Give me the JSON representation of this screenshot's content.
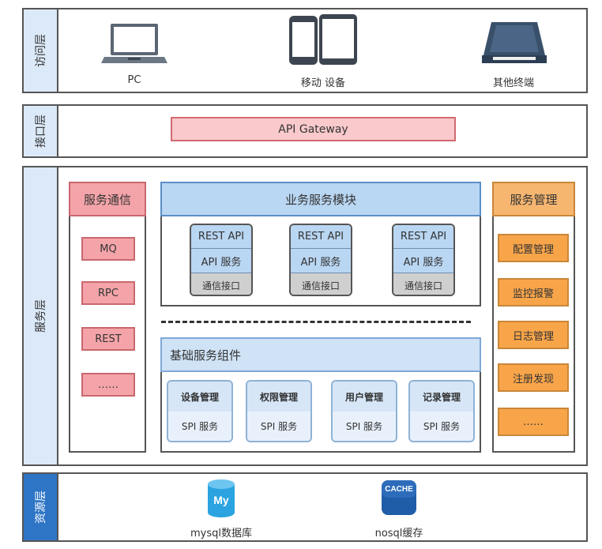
{
  "layers": {
    "access": {
      "label": "访问层",
      "items": [
        {
          "icon": "laptop-icon",
          "label": "PC"
        },
        {
          "icon": "mobile-tablet-icon",
          "label": "移动 设备"
        },
        {
          "icon": "terminal-icon",
          "label": "其他终端"
        }
      ]
    },
    "interface": {
      "label": "接口层",
      "gateway": "API Gateway"
    },
    "service": {
      "label": "服务层",
      "communication": {
        "title": "服务通信",
        "items": [
          "MQ",
          "RPC",
          "REST",
          "……"
        ]
      },
      "business": {
        "title": "业务服务模块",
        "modules": [
          {
            "rest": "REST API",
            "api": "API 服务",
            "comm": "通信接口"
          },
          {
            "rest": "REST API",
            "api": "API 服务",
            "comm": "通信接口"
          },
          {
            "rest": "REST API",
            "api": "API 服务",
            "comm": "通信接口"
          }
        ]
      },
      "base": {
        "title": "基础服务组件",
        "components": [
          {
            "name": "设备管理",
            "spi": "SPI 服务"
          },
          {
            "name": "权限管理",
            "spi": "SPI 服务"
          },
          {
            "name": "用户管理",
            "spi": "SPI 服务"
          },
          {
            "name": "记录管理",
            "spi": "SPI 服务"
          }
        ]
      },
      "management": {
        "title": "服务管理",
        "items": [
          "配置管理",
          "监控报警",
          "日志管理",
          "注册发现",
          "……"
        ]
      }
    },
    "resource": {
      "label": "资源层",
      "items": [
        {
          "icon": "mysql-icon",
          "icon_text": "My",
          "label": "mysql数据库"
        },
        {
          "icon": "cache-icon",
          "icon_text": "CACHE",
          "label": "nosql缓存"
        }
      ]
    }
  },
  "colors": {
    "pink": "#f4a4a9",
    "orange": "#f8a54a",
    "light_blue": "#b9d6f2",
    "dark_blue": "#2e75c6"
  }
}
